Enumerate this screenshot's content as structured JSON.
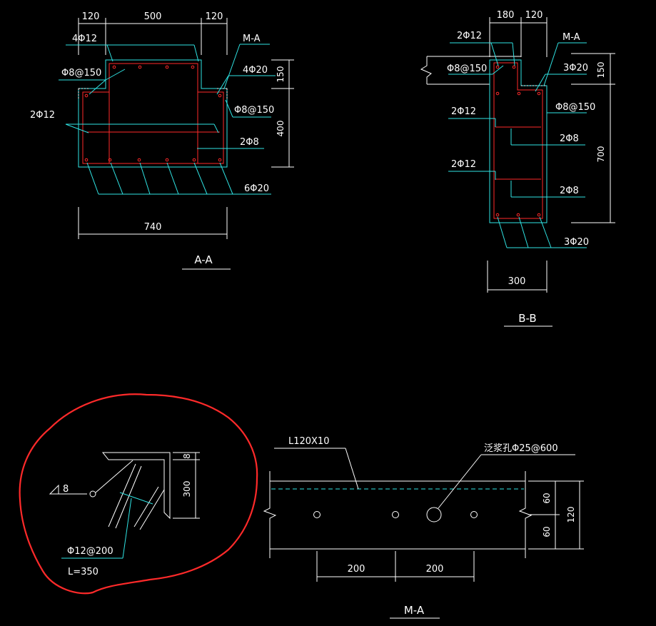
{
  "colors": {
    "background": "#000000",
    "outline": "#2fe3e3",
    "rebar": "#ff2a2a",
    "text": "#ffffff"
  },
  "sectionAA": {
    "title": "A-A",
    "dims_top": [
      "120",
      "500",
      "120"
    ],
    "dims_right": [
      "150",
      "400"
    ],
    "dim_bottom": "740",
    "labels": {
      "top_left": "4Φ12",
      "stirrup_left": "Φ8@150",
      "mid_left": "2Φ12",
      "ma": "M-A",
      "top_right": "4Φ20",
      "stirrup_right": "Φ8@150",
      "inner_right": "2Φ8",
      "bottom_right": "6Φ20"
    }
  },
  "sectionBB": {
    "title": "B-B",
    "dims_top": [
      "180",
      "120"
    ],
    "dims_right": [
      "150",
      "700"
    ],
    "dim_bottom": "300",
    "labels": {
      "top_left": "2Φ12",
      "stirrup_left": "Φ8@150",
      "ma": "M-A",
      "top_right": "3Φ20",
      "stirrup_right": "Φ8@150",
      "mid_left1": "2Φ12",
      "mid_right1": "2Φ8",
      "mid_left2": "2Φ12",
      "mid_right2": "2Φ8",
      "bottom_right": "3Φ20"
    }
  },
  "detail": {
    "weld": "8",
    "dim_small": "8",
    "dim_height": "300",
    "anchor": "Φ12@200",
    "length": "L=350"
  },
  "sectionMA": {
    "title": "M-A",
    "angle": "L120X10",
    "hole": "泛浆孔Φ25@600",
    "dims_right": [
      "60",
      "60"
    ],
    "dim_total": "120",
    "dims_bottom": [
      "200",
      "200"
    ]
  }
}
